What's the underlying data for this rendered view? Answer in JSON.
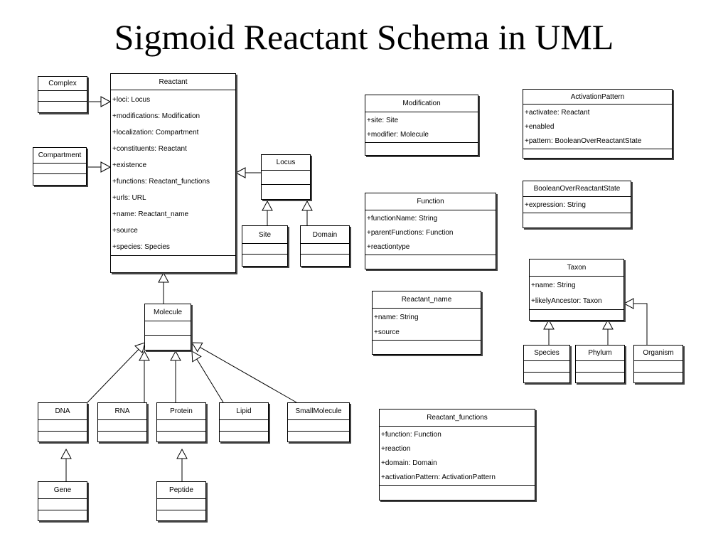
{
  "title": "Sigmoid Reactant Schema in UML",
  "classes": {
    "complex": {
      "name": "Complex",
      "attrs": []
    },
    "compartment": {
      "name": "Compartment",
      "attrs": []
    },
    "reactant": {
      "name": "Reactant",
      "attrs": [
        "+loci: Locus",
        "+modifications: Modification",
        "+localization: Compartment",
        "+constituents: Reactant",
        "+existence",
        "+functions: Reactant_functions",
        "+urls: URL",
        "+name: Reactant_name",
        "+source",
        "+species: Species"
      ]
    },
    "locus": {
      "name": "Locus",
      "attrs": []
    },
    "site": {
      "name": "Site",
      "attrs": []
    },
    "domain": {
      "name": "Domain",
      "attrs": []
    },
    "molecule": {
      "name": "Molecule",
      "attrs": []
    },
    "dna": {
      "name": "DNA",
      "attrs": []
    },
    "rna": {
      "name": "RNA",
      "attrs": []
    },
    "protein": {
      "name": "Protein",
      "attrs": []
    },
    "lipid": {
      "name": "Lipid",
      "attrs": []
    },
    "smallmolecule": {
      "name": "SmallMolecule",
      "attrs": []
    },
    "gene": {
      "name": "Gene",
      "attrs": []
    },
    "peptide": {
      "name": "Peptide",
      "attrs": []
    },
    "modification": {
      "name": "Modification",
      "attrs": [
        "+site: Site",
        "+modifier: Molecule"
      ]
    },
    "function": {
      "name": "Function",
      "attrs": [
        "+functionName: String",
        "+parentFunctions: Function",
        "+reactiontype"
      ]
    },
    "reactant_name": {
      "name": "Reactant_name",
      "attrs": [
        "+name: String",
        "+source"
      ]
    },
    "reactant_functions": {
      "name": "Reactant_functions",
      "attrs": [
        "+function: Function",
        "+reaction",
        "+domain: Domain",
        "+activationPattern: ActivationPattern"
      ]
    },
    "activationpattern": {
      "name": "ActivationPattern",
      "attrs": [
        "+activatee: Reactant",
        "+enabled",
        "+pattern: BooleanOverReactantState"
      ]
    },
    "booleanoverreactantstate": {
      "name": "BooleanOverReactantState",
      "attrs": [
        "+expression: String"
      ]
    },
    "taxon": {
      "name": "Taxon",
      "attrs": [
        "+name: String",
        "+likelyAncestor: Taxon"
      ]
    },
    "species": {
      "name": "Species",
      "attrs": []
    },
    "phylum": {
      "name": "Phylum",
      "attrs": []
    },
    "organism": {
      "name": "Organism",
      "attrs": []
    }
  }
}
